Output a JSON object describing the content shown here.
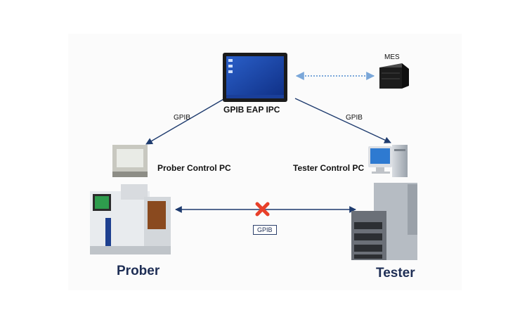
{
  "nodes": {
    "eap": {
      "label": "GPIB EAP IPC"
    },
    "mes": {
      "label": "MES"
    },
    "prober_pc": {
      "label": "Prober Control PC"
    },
    "tester_pc": {
      "label": "Tester Control PC"
    },
    "prober": {
      "label": "Prober"
    },
    "tester": {
      "label": "Tester"
    }
  },
  "links": {
    "eap_to_prober_pc": {
      "label": "GPIB"
    },
    "eap_to_tester_pc": {
      "label": "GPIB"
    },
    "prober_tester": {
      "label": "GPIB"
    }
  },
  "colors": {
    "arrow": "#1e3b6e",
    "dotted": "#7aa7d9",
    "cross": "#e8402a",
    "title": "#1e2e55"
  }
}
